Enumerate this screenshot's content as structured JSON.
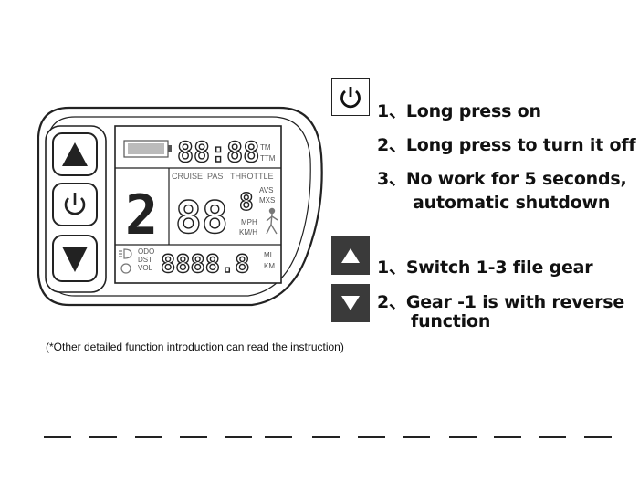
{
  "display": {
    "clock": "88:88",
    "time_labels": [
      "TM",
      "TTM"
    ],
    "mode_labels": [
      "CRUISE",
      "PAS",
      "THROTTLE"
    ],
    "gear_digit": "2",
    "speed": "88",
    "speed_decimal": "8",
    "speed_side_labels": [
      "AVS",
      "MXS"
    ],
    "speed_units": [
      "MPH",
      "KM/H"
    ],
    "odo_labels": [
      "ODO",
      "DST",
      "VOL"
    ],
    "odo_value": "8888.8",
    "odo_units": [
      "MI",
      "KM"
    ]
  },
  "icons": {
    "power": "power-icon",
    "up": "triangle-up-icon",
    "down": "triangle-down-icon"
  },
  "instructions": {
    "power": [
      "1、Long press on",
      "2、Long press to turn it off",
      "3、No work for 5 seconds,",
      "automatic shutdown"
    ],
    "gear": [
      "1、Switch 1-3 file gear",
      "2、Gear -1 is with reverse",
      "function"
    ]
  },
  "note": "(*Other detailed function introduction,can read the instruction)",
  "colors": {
    "button_dark": "#3a3a3a",
    "outline": "#222222"
  }
}
